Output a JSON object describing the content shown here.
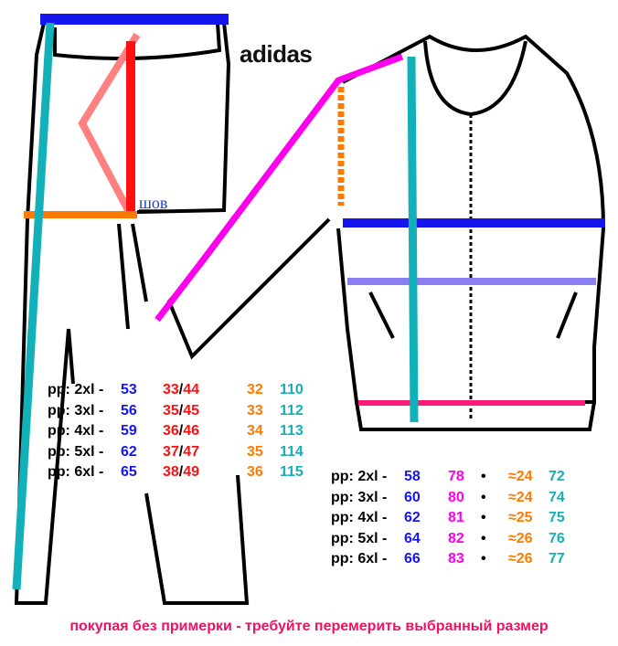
{
  "brand": "adidas",
  "seam_label": "шов",
  "colors": {
    "blue": "#1515ee",
    "red": "#ff1010",
    "orange": "#ff7a00",
    "teal": "#12b0b8",
    "magenta": "#ff00ee",
    "footer": "#ee1166"
  },
  "pants_table": [
    {
      "label": "pp: 2xl -",
      "blue": "53",
      "red_a": "33",
      "sep": "/",
      "red_b": "44",
      "orange": "32",
      "teal": "110"
    },
    {
      "label": "pp: 3xl -",
      "blue": "56",
      "red_a": "35",
      "sep": "/",
      "red_b": "45",
      "orange": "33",
      "teal": "112"
    },
    {
      "label": "pp: 4xl -",
      "blue": "59",
      "red_a": "36",
      "sep": "/",
      "red_b": "46",
      "orange": "34",
      "teal": "113"
    },
    {
      "label": "pp: 5xl -",
      "blue": "62",
      "red_a": "37",
      "sep": "/",
      "red_b": "47",
      "orange": "35",
      "teal": "114"
    },
    {
      "label": "pp: 6xl -",
      "blue": "65",
      "red_a": "38",
      "sep": "/",
      "red_b": "49",
      "orange": "36",
      "teal": "115"
    }
  ],
  "jacket_table": [
    {
      "label": "pp: 2xl -",
      "blue": "58",
      "magenta": "78",
      "dot": "•",
      "orange": "≈24",
      "teal": "72"
    },
    {
      "label": "pp: 3xl -",
      "blue": "60",
      "magenta": "80",
      "dot": "•",
      "orange": "≈24",
      "teal": "74"
    },
    {
      "label": "pp: 4xl -",
      "blue": "62",
      "magenta": "81",
      "dot": "•",
      "orange": "≈25",
      "teal": "75"
    },
    {
      "label": "pp: 5xl -",
      "blue": "64",
      "magenta": "82",
      "dot": "•",
      "orange": "≈26",
      "teal": "76"
    },
    {
      "label": "pp: 6xl -",
      "blue": "66",
      "magenta": "83",
      "dot": "•",
      "orange": "≈26",
      "teal": "77"
    }
  ],
  "footer": "покупая без примерки - требуйте перемерить выбранный размер"
}
